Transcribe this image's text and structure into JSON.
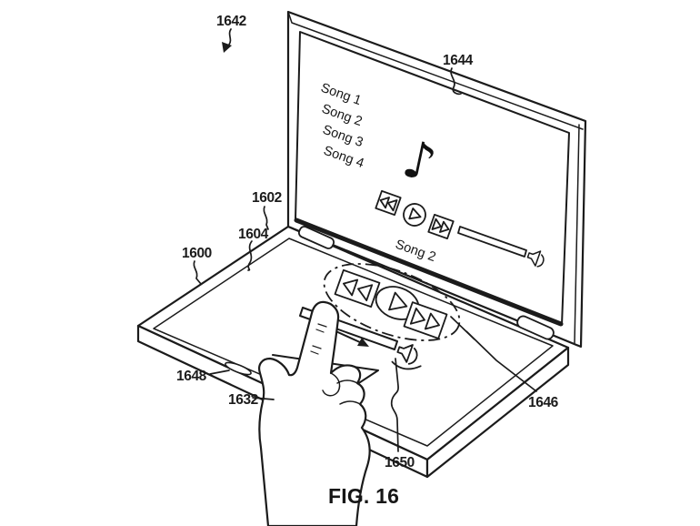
{
  "figure": {
    "caption": "FIG. 16",
    "type": "patent-line-drawing",
    "subject": "laptop with touch-sensitive deck showing media player controls"
  },
  "labels": {
    "l1600": "1600",
    "l1602": "1602",
    "l1604": "1604",
    "l1632": "1632",
    "l1642": "1642",
    "l1644": "1644",
    "l1646": "1646",
    "l1648": "1648",
    "l1650": "1650"
  },
  "screen": {
    "songs": [
      "Song 1",
      "Song 2",
      "Song 3",
      "Song 4"
    ],
    "now_playing": "Song 2",
    "music_note_glyph": "♪",
    "icons": [
      "rewind",
      "play",
      "fast-forward",
      "progress-bar",
      "volume-speaker"
    ]
  },
  "deck": {
    "icons": [
      "rewind",
      "play",
      "fast-forward",
      "swipe-slider",
      "swipe-arrow",
      "volume-speaker"
    ],
    "touch_target": "volume swipe slider"
  },
  "colors": {
    "ink": "#1b1b1b",
    "paper": "#ffffff"
  }
}
